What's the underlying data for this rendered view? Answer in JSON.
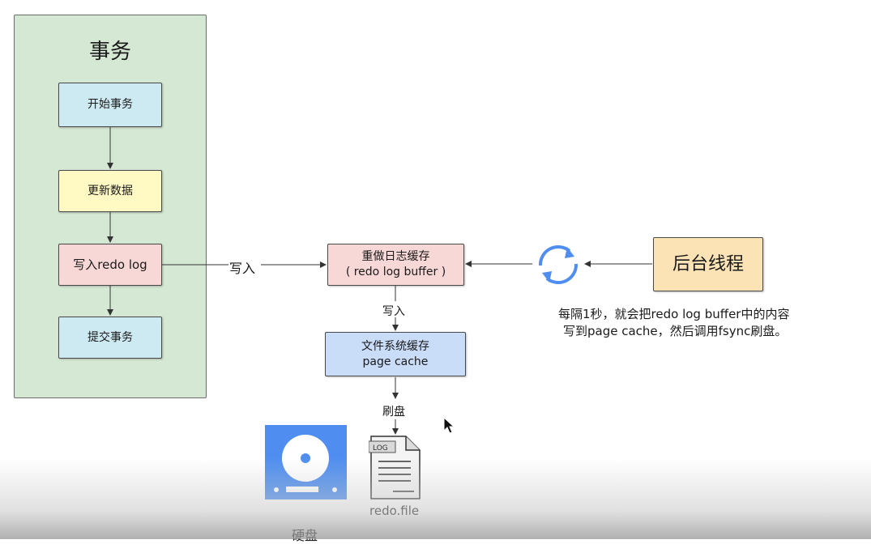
{
  "transaction": {
    "title": "事务",
    "steps": [
      "开始事务",
      "更新数据",
      "写入redo log",
      "提交事务"
    ]
  },
  "redo_log_buffer": {
    "line1": "重做日志缓存",
    "line2": "( redo log buffer )"
  },
  "page_cache": {
    "line1": "文件系统缓存",
    "line2": "page cache"
  },
  "background_thread": {
    "label": "后台线程",
    "icon": "refresh-icon"
  },
  "edge_labels": {
    "write_1": "写入",
    "write_2": "写入",
    "flush": "刷盘"
  },
  "note": {
    "line1": "每隔1秒，就会把redo log buffer中的内容",
    "line2": "写到page cache，然后调用fsync刷盘。"
  },
  "disk": {
    "label": "硬盘",
    "icon": "hard-disk-icon"
  },
  "log_file": {
    "badge": "LOG",
    "label": "redo.file",
    "icon": "log-file-icon"
  },
  "colors": {
    "transaction_bg": "#d5e8d4",
    "blue_box": "#cde9f2",
    "yellow_box": "#fff9c4",
    "pink_box": "#f8d7d7",
    "page_cache_box": "#c9dcf8",
    "thread_box": "#fbe3b5",
    "accent_blue": "#4f8ef0"
  }
}
